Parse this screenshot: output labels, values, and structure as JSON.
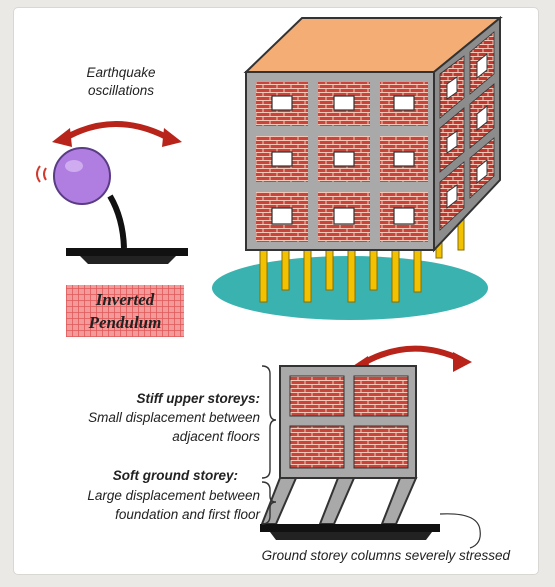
{
  "labels": {
    "earthquake_line1": "Earthquake",
    "earthquake_line2": "oscillations",
    "pendulum_line1": "Inverted",
    "pendulum_line2": "Pendulum",
    "stiff_title": "Stiff upper storeys:",
    "stiff_desc1": "Small displacement between",
    "stiff_desc2": "adjacent floors",
    "soft_title": "Soft  ground storey:",
    "soft_desc1": "Large displacement between",
    "soft_desc2": "foundation and first floor",
    "ground_note": "Ground storey columns severely stressed"
  },
  "colors": {
    "brick": "#c9453b",
    "mortar": "#f2c9b8",
    "frame_gray": "#a9a9a9",
    "roof": "#f4ad74",
    "column_yellow": "#f2c200",
    "base_teal": "#3ab3b0",
    "arrow_red": "#b8241a",
    "pendulum_purple": "#b07ee0",
    "label_pink": "#f39a9a"
  }
}
